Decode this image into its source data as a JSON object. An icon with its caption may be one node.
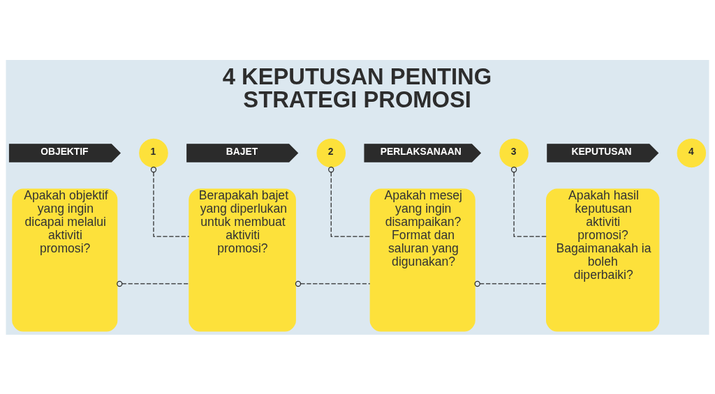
{
  "diagram": {
    "title": "4 KEPUTUSAN PENTING STRATEGI PROMOSI",
    "nodes": [
      {
        "text": [
          "OBJEKTIF"
        ]
      },
      {
        "text": [
          "1"
        ]
      },
      {
        "text": [
          "Apakah objektif yang ingin dicapai melalui aktiviti promosi?"
        ]
      },
      {
        "text": [
          "BAJET"
        ]
      },
      {
        "text": [
          "2"
        ]
      },
      {
        "text": [
          "Berapakah bajet yang diperlukan untuk membuat aktiviti promosi?"
        ]
      },
      {
        "text": [
          "PERLAKSANAAN"
        ]
      },
      {
        "text": [
          "3"
        ]
      },
      {
        "text": [
          "Apakah mesej yang ingin disampaikan? Format dan saluran yang digunakan?"
        ]
      },
      {
        "text": [
          "KEPUTUSAN"
        ]
      },
      {
        "text": [
          "4"
        ]
      },
      {
        "text": [
          "Apakah hasil keputusan aktiviti promosi? Bagaimanakah ia boleh diperbaiki?"
        ]
      }
    ],
    "edges": [
      {
        "from": 1,
        "to": 5,
        "arrow": "other",
        "style": "dashed"
      },
      {
        "from": 2,
        "to": 5,
        "arrow": "other",
        "style": "dashed"
      },
      {
        "from": 4,
        "to": 8,
        "arrow": "other",
        "style": "dashed"
      },
      {
        "from": 5,
        "to": 8,
        "arrow": "other",
        "style": "dashed"
      },
      {
        "from": 7,
        "to": 11,
        "arrow": "other",
        "style": "dashed"
      },
      {
        "from": 8,
        "to": 11,
        "arrow": "other",
        "style": "dashed"
      }
    ]
  }
}
